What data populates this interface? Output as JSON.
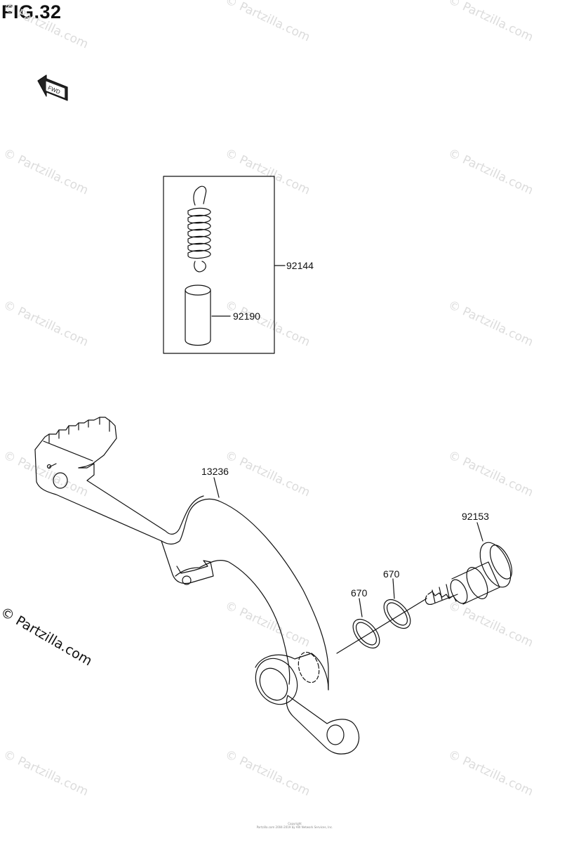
{
  "figure": {
    "title": "FIG.32"
  },
  "fwd_arrow": {
    "label": "FWD",
    "icon": "fwd-arrow-icon"
  },
  "parts": {
    "spring_kit": "92144",
    "collar": "92190",
    "brake_pedal": "13236",
    "bolt": "92153",
    "o_ring_upper": "670",
    "o_ring_lower": "670"
  },
  "watermarks": {
    "text": "© Partzilla.com",
    "prominent": "© Partzilla.com"
  },
  "copyright": {
    "line1": "Copyright",
    "line2": "Partzilla.com 2004-2019 by ARI Network Services, Inc."
  }
}
